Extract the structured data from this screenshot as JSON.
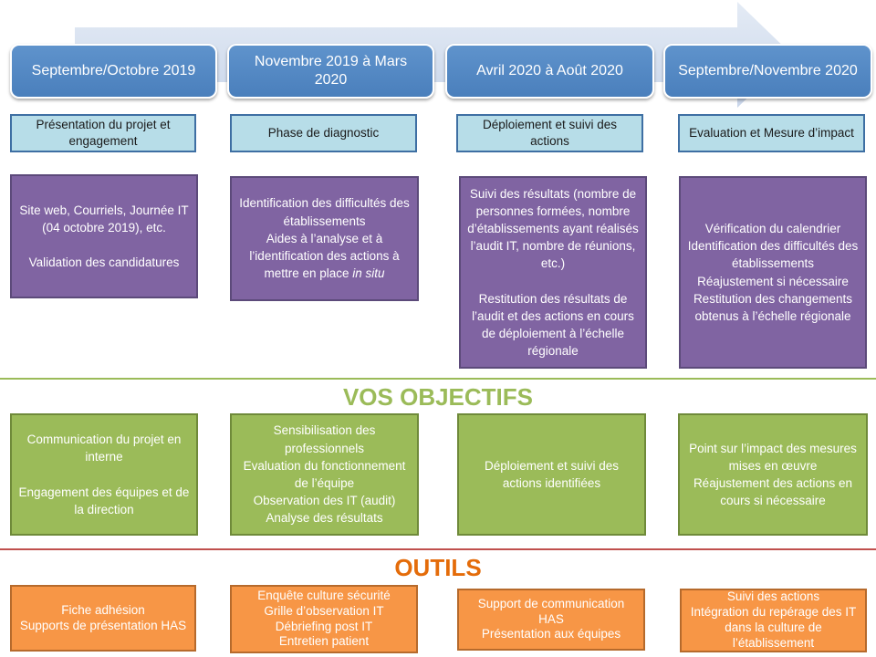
{
  "colors": {
    "phase": "#4f81bd",
    "step": "#b7dde8",
    "purple": "#8064a2",
    "green": "#9bbb59",
    "orange": "#f79646",
    "objectifs_title": "#9bbb59",
    "outils_title": "#e46c0a"
  },
  "phases": [
    "Septembre/Octobre 2019",
    "Novembre 2019 à Mars 2020",
    "Avril 2020 à Août 2020",
    "Septembre/Novembre 2020"
  ],
  "steps": [
    "Présentation du projet et engagement",
    "Phase de diagnostic",
    "Déploiement et suivi des actions",
    "Evaluation et Mesure d’impact"
  ],
  "activities": [
    [
      "Site web, Courriels, Journée IT (04 octobre 2019), etc.",
      "",
      "Validation des candidatures"
    ],
    [
      "Identification des difficultés des établissements",
      "Aides à l’analyse et à l’identification des actions à mettre en place in situ"
    ],
    [
      "Suivi des résultats (nombre de personnes formées, nombre d’établissements ayant réalisés l’audit IT, nombre de réunions, etc.)",
      "",
      "Restitution des résultats de l’audit et des actions en cours de déploiement à l’échelle régionale"
    ],
    [
      "Vérification du calendrier",
      "Identification des difficultés des établissements",
      "Réajustement si nécessaire",
      "Restitution des changements obtenus à l’échelle régionale"
    ]
  ],
  "objectifs_title": "VOS OBJECTIFS",
  "objectifs": [
    [
      "Communication du projet en interne",
      "",
      "Engagement des équipes et de la direction"
    ],
    [
      "Sensibilisation des professionnels",
      "Evaluation du fonctionnement de l’équipe",
      "Observation des IT (audit)",
      "Analyse des résultats"
    ],
    [
      "Déploiement et suivi des actions identifiées"
    ],
    [
      "Point sur l’impact des mesures mises en œuvre",
      "Réajustement des actions en cours si nécessaire"
    ]
  ],
  "outils_title": "OUTILS",
  "outils": [
    [
      "Fiche adhésion",
      "Supports de présentation HAS"
    ],
    [
      "Enquête culture sécurité",
      "Grille d’observation IT",
      "Débriefing post IT",
      "Entretien patient"
    ],
    [
      "Support de communication HAS",
      "Présentation aux équipes"
    ],
    [
      "Suivi des actions",
      "Intégration du repérage des IT dans la culture de l’établissement"
    ]
  ]
}
